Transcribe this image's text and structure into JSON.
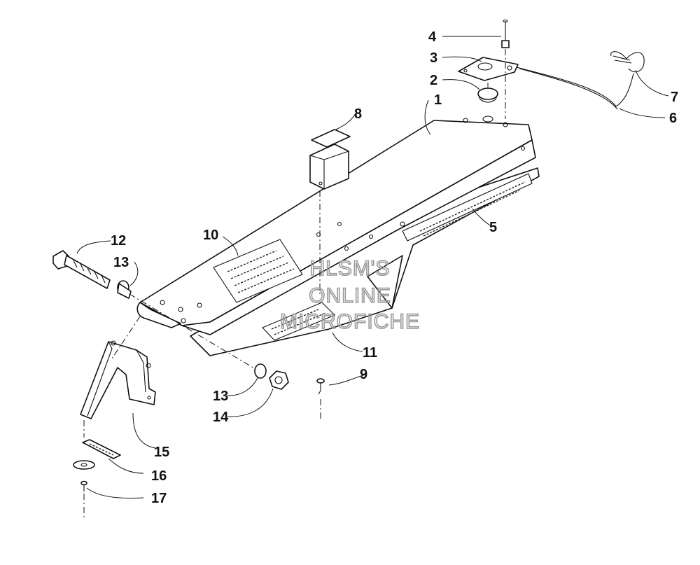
{
  "callouts": {
    "c1": "1",
    "c2": "2",
    "c3": "3",
    "c4": "4",
    "c5": "5",
    "c6": "6",
    "c7": "7",
    "c8": "8",
    "c9": "9",
    "c10": "10",
    "c11": "11",
    "c12": "12",
    "c13a": "13",
    "c13b": "13",
    "c14": "14",
    "c15": "15",
    "c16": "16",
    "c17": "17"
  },
  "watermark": {
    "line1": "HLSM'S",
    "line2": "ONLINE",
    "line3": "MICROFICHE"
  }
}
